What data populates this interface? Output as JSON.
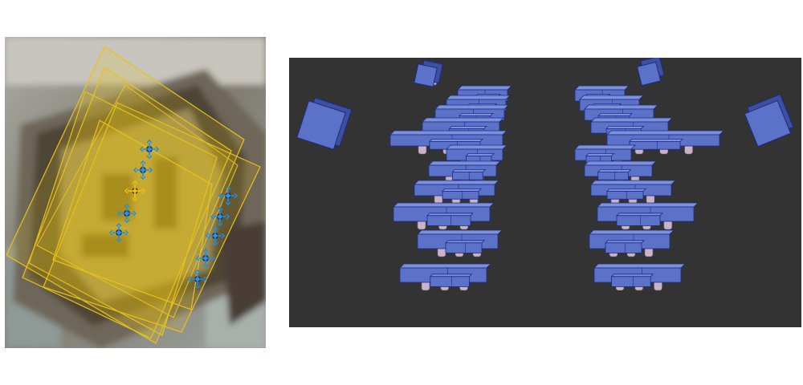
{
  "figure": {
    "panels": [
      {
        "id": "aerial-view",
        "content": "satellite-photo-with-camera-frustums",
        "overlay_color": "#e8c21a",
        "camera_marker_color": "#1e8ee6",
        "selected_camera_color": "#f2c200"
      },
      {
        "id": "3d-reconstruction",
        "content": "camera-pose-boxes",
        "background_color": "#333333",
        "box_color": "#5b72c8",
        "box_edge_color": "#1d2a8a",
        "stem_color": "#c9b3c9"
      }
    ]
  }
}
